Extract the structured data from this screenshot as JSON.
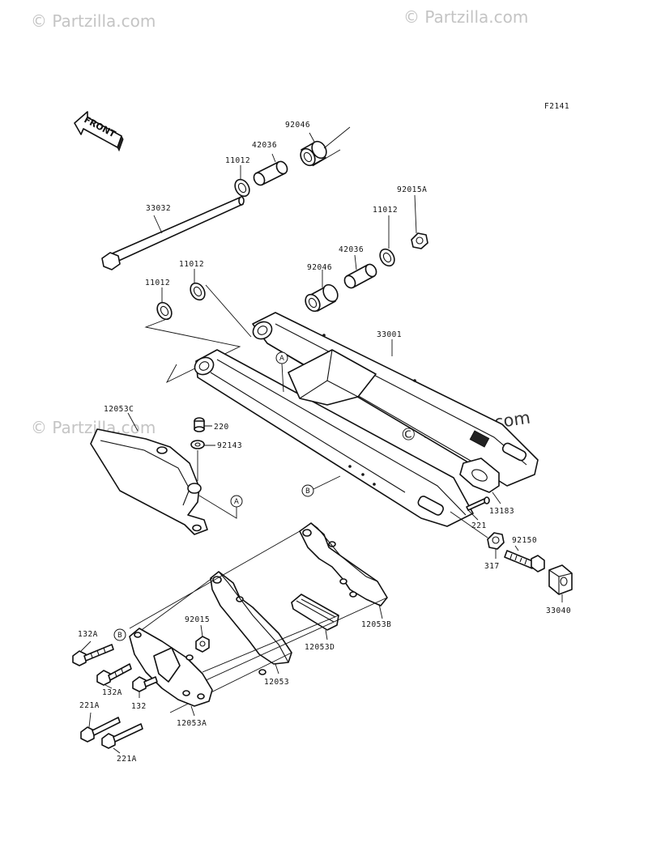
{
  "watermarks": {
    "light": "© Partzilla.com",
    "dark": "© Partzilla.com"
  },
  "diagram_code": "F2141",
  "front_arrow_label": "FRONT",
  "ref_markers": {
    "a": "A",
    "b": "B"
  },
  "parts": {
    "p92046_top": "92046",
    "p42036_top": "42036",
    "p11012_top": "11012",
    "p33032": "33032",
    "p92015A": "92015A",
    "p11012_right": "11012",
    "p42036_right": "42036",
    "p92046_mid": "92046",
    "p11012_left_a": "11012",
    "p11012_left_b": "11012",
    "p33001": "33001",
    "p12053C": "12053C",
    "p220": "220",
    "p92143": "92143",
    "p221_mid": "221",
    "p13183": "13183",
    "p92150": "92150",
    "p317": "317",
    "p33040": "33040",
    "p12053B": "12053B",
    "p12053D": "12053D",
    "p92015": "92015",
    "p12053": "12053",
    "p132A_a": "132A",
    "p132A_b": "132A",
    "p132": "132",
    "p221A_a": "221A",
    "p221A_b": "221A",
    "p12053A": "12053A"
  }
}
